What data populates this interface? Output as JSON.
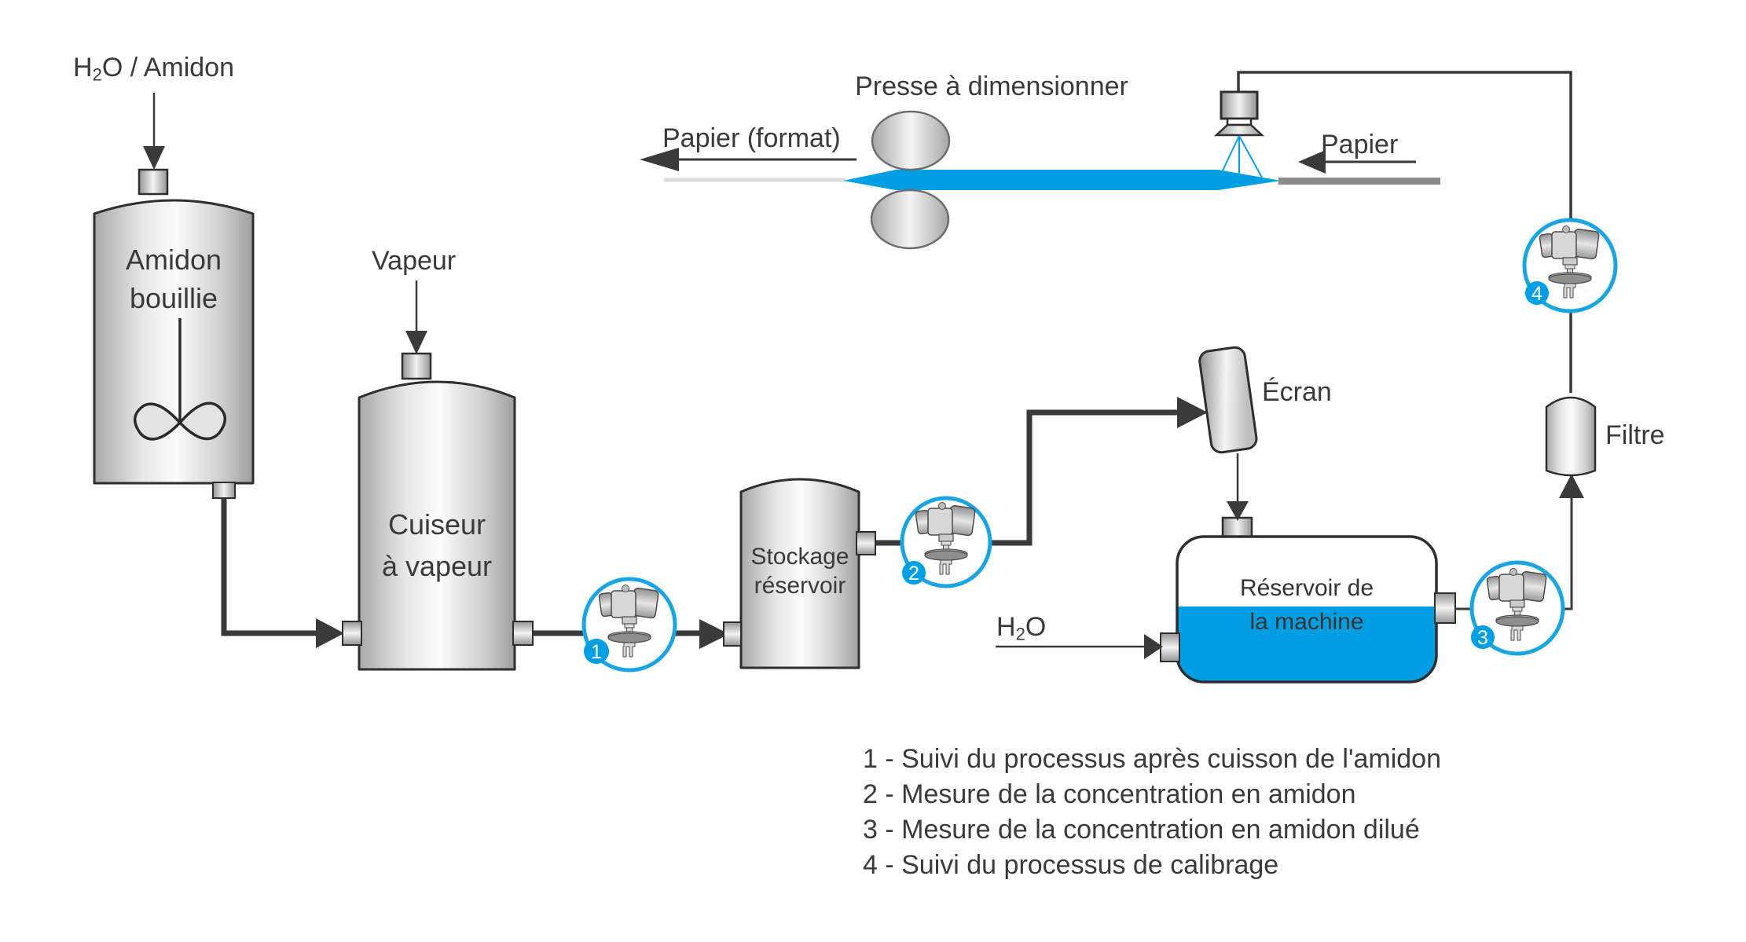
{
  "colors": {
    "accent_blue": "#009EE3",
    "line_dark": "#3A3A3A",
    "paper_gray": "#8C8C8C"
  },
  "labels": {
    "h2o_amidon": {
      "base": "H",
      "sub": "2",
      "rest": "O / Amidon"
    },
    "vapeur": "Vapeur",
    "presse": "Presse à dimensionner",
    "papier_format": "Papier (format)",
    "papier": "Papier",
    "ecran": "Écran",
    "filtre": "Filtre",
    "h2o": {
      "base": "H",
      "sub": "2",
      "rest": "O"
    }
  },
  "tanks": {
    "amidon": {
      "lines": [
        "Amidon",
        "bouillie"
      ]
    },
    "cuiseur": {
      "lines": [
        "Cuiseur",
        "à vapeur"
      ]
    },
    "stockage": {
      "lines": [
        "Stockage",
        "réservoir"
      ]
    },
    "machine": {
      "lines": [
        "Réservoir de",
        "la machine"
      ]
    }
  },
  "sensors": [
    {
      "id": "1"
    },
    {
      "id": "2"
    },
    {
      "id": "3"
    },
    {
      "id": "4"
    }
  ],
  "legend": [
    "1 - Suivi du processus après cuisson de l'amidon",
    "2 - Mesure de la concentration en amidon",
    "3 - Mesure de la concentration en amidon dilué",
    "4 - Suivi du processus de calibrage"
  ]
}
